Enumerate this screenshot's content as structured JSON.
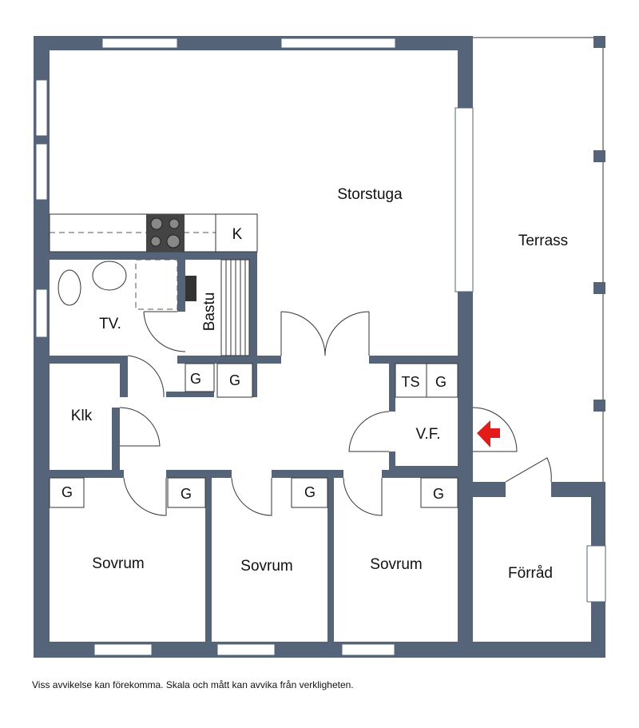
{
  "rooms": {
    "storstuga": "Storstuga",
    "terrass": "Terrass",
    "kok": "K",
    "tv": "TV.",
    "bastu": "Bastu",
    "klk": "Klk",
    "vf": "V.F.",
    "ts": "TS",
    "sovrum1": "Sovrum",
    "sovrum2": "Sovrum",
    "sovrum3": "Sovrum",
    "forrad": "Förråd"
  },
  "closets": {
    "g1": "G",
    "g2": "G",
    "g3": "G",
    "g4": "G",
    "g5": "G",
    "g6": "G",
    "g7": "G"
  },
  "colors": {
    "wall": "#56647a",
    "entrance_arrow": "#e41b1b"
  },
  "footer": "Viss avvikelse kan förekomma. Skala och mått kan avvika från verkligheten."
}
